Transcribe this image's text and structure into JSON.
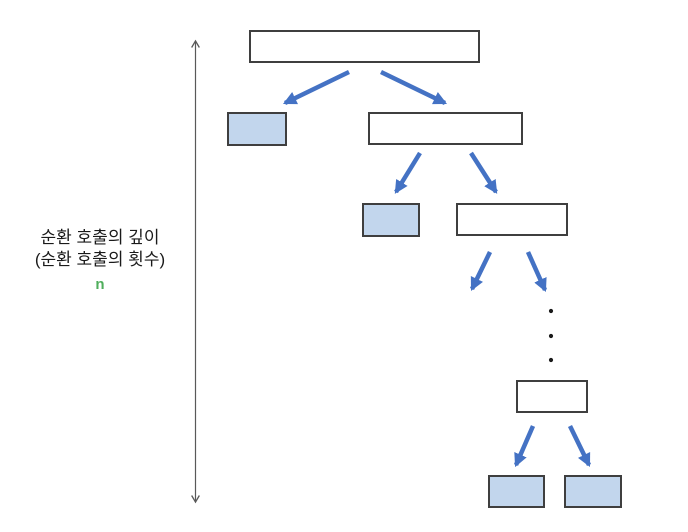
{
  "diagram": {
    "type": "recursion-depth-tree",
    "depth_label": {
      "line1": "순환 호출의 깊이",
      "line2": "(순환 호출의 횟수)",
      "variable": "n"
    },
    "nodes": [
      {
        "id": "root",
        "level": 1,
        "filled": false
      },
      {
        "id": "l2-leaf",
        "level": 2,
        "filled": true
      },
      {
        "id": "l2-call",
        "level": 2,
        "filled": false
      },
      {
        "id": "l3-leaf",
        "level": 3,
        "filled": true
      },
      {
        "id": "l3-call",
        "level": 3,
        "filled": false
      },
      {
        "id": "ln-call",
        "level": "n-1",
        "filled": false
      },
      {
        "id": "leaf-left",
        "level": "n",
        "filled": true
      },
      {
        "id": "leaf-right",
        "level": "n",
        "filled": true
      }
    ],
    "edges": [
      [
        "root",
        "l2-leaf"
      ],
      [
        "root",
        "l2-call"
      ],
      [
        "l2-call",
        "l3-leaf"
      ],
      [
        "l2-call",
        "l3-call"
      ],
      [
        "l3-call",
        "..."
      ],
      [
        "l3-call",
        "..."
      ],
      [
        "ln-call",
        "leaf-left"
      ],
      [
        "ln-call",
        "leaf-right"
      ]
    ],
    "ellipsis_dots": 3
  },
  "colors": {
    "arrow_blue": "#4472c4",
    "box_fill_blue": "#c2d6ed",
    "box_border": "#3f3f3f",
    "axis_gray": "#595959",
    "var_green": "#4fae5c"
  }
}
